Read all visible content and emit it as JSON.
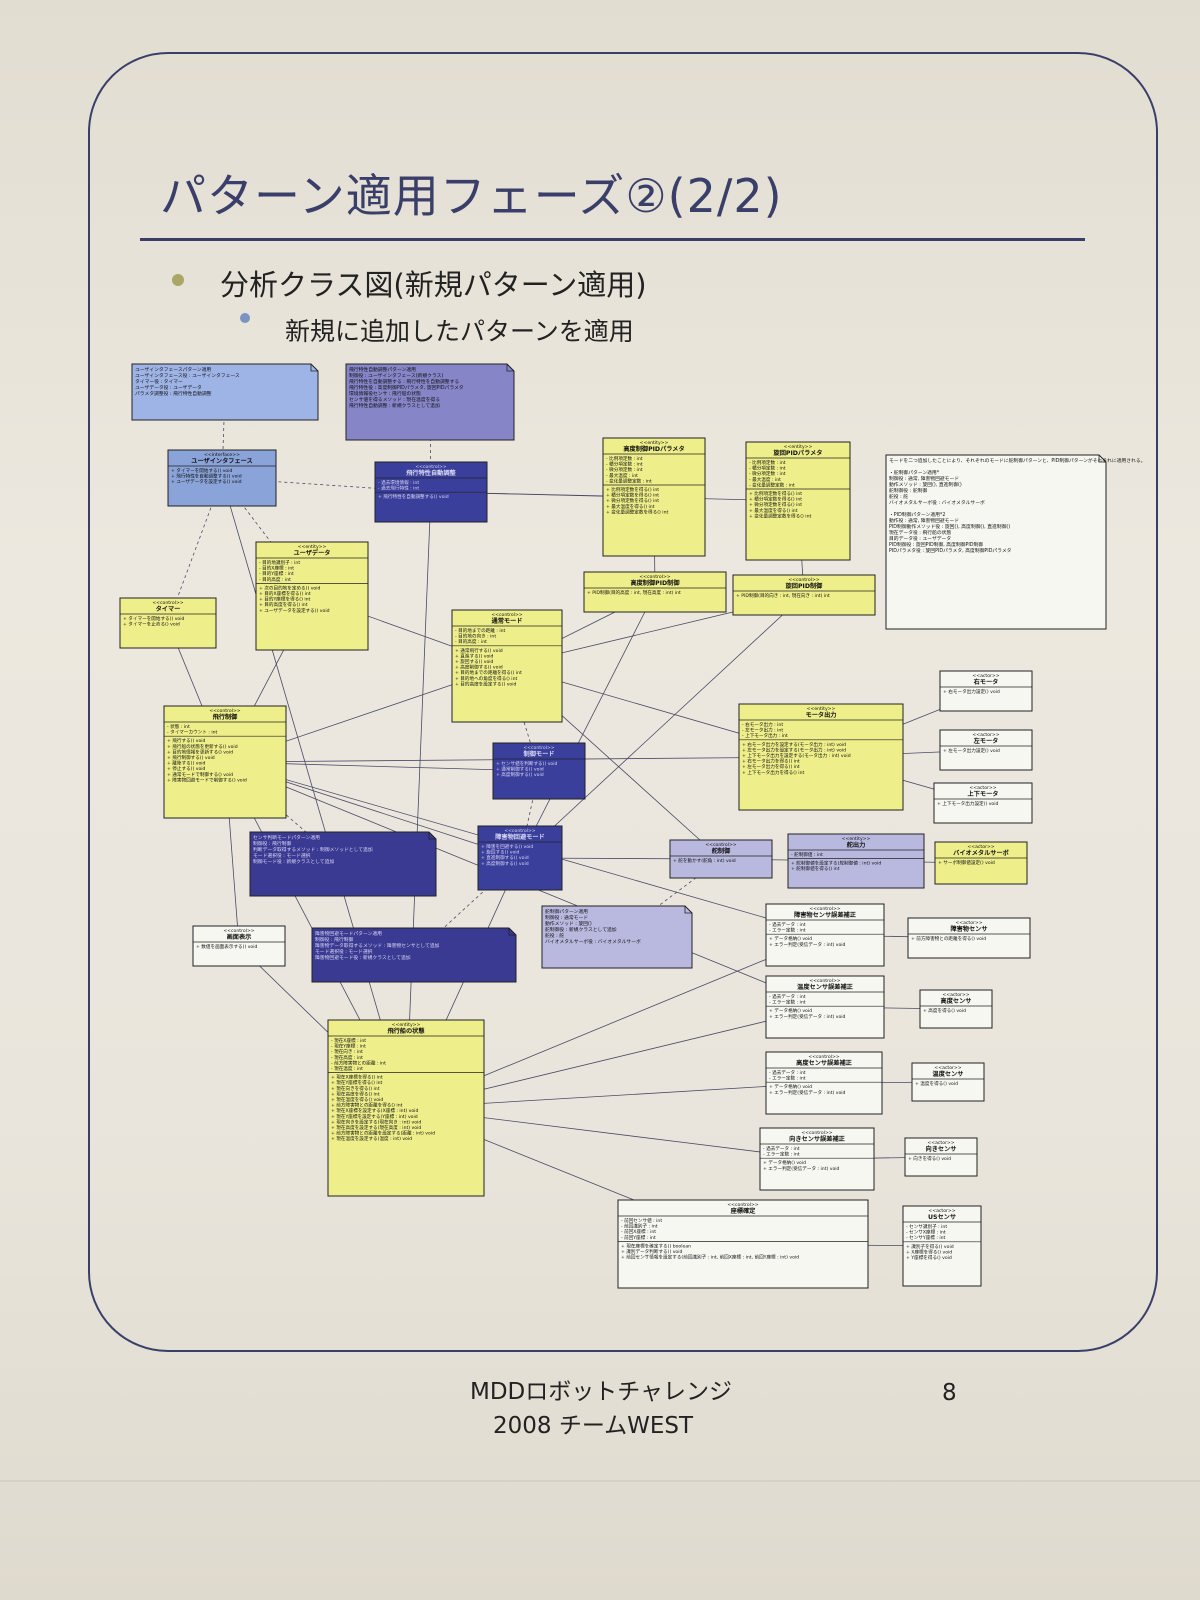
{
  "slide": {
    "title": "パターン適用フェーズ②(2/2)",
    "bullet1": "分析クラス図(新規パターン適用)",
    "bullet2": "新規に追加したパターンを適用",
    "footer_line1": "MDDロボットチャレンジ",
    "footer_line2": "2008 チームWEST",
    "page_number": "8"
  },
  "colors": {
    "frame": "#3a3f6a",
    "entity_fill": "#eeee8a",
    "control_fill": "#eeee8a",
    "interface_fill": "#8aa3d8",
    "pattern_fill": "#3b3f9c",
    "note_fill_light": "#9fb4e6",
    "note_fill_mid": "#8585c8",
    "note_fill_dark": "#3a3a92",
    "note_fill_lilac": "#b9b9e0",
    "plain_fill": "#f7f7f2"
  },
  "diagram": {
    "classes": [
      {
        "id": "ui",
        "stereotype": "<<interface>>",
        "name": "ユーザインタフェース",
        "fill": "interface",
        "attrs": [],
        "ops": [
          "タイマーを開始する() void",
          "飛行特性を自動調整する() void",
          "ユーザデータを設定する() void"
        ]
      },
      {
        "id": "fcadj",
        "stereotype": "<<control>>",
        "name": "飛行特性自動調整",
        "fill": "pattern",
        "attrs": [
          "過去環境情報 : int",
          "過去飛行特性 : int"
        ],
        "ops": [
          "飛行特性を自動調整する() void"
        ]
      },
      {
        "id": "altpid",
        "stereotype": "<<entity>>",
        "name": "高度制御PIDパラメタ",
        "fill": "entity",
        "attrs": [
          "比例項定数 : int",
          "積分項定数 : int",
          "微分項定数 : int",
          "最大温度 : int",
          "変化量調整定数 : int"
        ],
        "ops": [
          "比例項定数を得る() int",
          "積分項定数を得る() int",
          "微分項定数を得る() int",
          "最大温度を得る() int",
          "変化量調整定数を得る() int"
        ]
      },
      {
        "id": "rudpid",
        "stereotype": "<<entity>>",
        "name": "旋回PIDパラメタ",
        "fill": "entity",
        "attrs": [
          "比例項定数 : int",
          "積分項定数 : int",
          "微分項定数 : int",
          "最大温度 : int",
          "変化量調整定数 : int"
        ],
        "ops": [
          "比例項定数を得る() int",
          "積分項定数を得る() int",
          "微分項定数を得る() int",
          "最大温度を得る() int",
          "変化量調整定数を得る() int"
        ]
      },
      {
        "id": "userdata",
        "stereotype": "<<entity>>",
        "name": "ユーザデータ",
        "fill": "entity",
        "attrs": [
          "目的地識別子 : int",
          "目的X座標 : int",
          "目的Y座標 : int",
          "目的高度 : int"
        ],
        "ops": [
          "次の目的地を定める() void",
          "目的X座標を得る() int",
          "目的Y座標を得る() int",
          "目的高度を得る() int",
          "ユーザデータを設定する() void"
        ]
      },
      {
        "id": "timer",
        "stereotype": "<<control>>",
        "name": "タイマー",
        "fill": "control",
        "attrs": [],
        "ops": [
          "タイマーを開始する() void",
          "タイマーを止める() void"
        ]
      },
      {
        "id": "altctl",
        "stereotype": "<<control>>",
        "name": "高度制御PID制御",
        "fill": "control",
        "attrs": [],
        "ops": [
          "PID制御(目的高度 : int, 現在高度 : int) int"
        ]
      },
      {
        "id": "rudctl",
        "stereotype": "<<control>>",
        "name": "旋回PID制御",
        "fill": "control",
        "attrs": [],
        "ops": [
          "PID制御(目的向き : int, 現在向き : int) int"
        ]
      },
      {
        "id": "normal",
        "stereotype": "<<control>>",
        "name": "通常モード",
        "fill": "control",
        "attrs": [
          "目的地までの距離 : int",
          "目的地の向き : int",
          "目的高度 : int"
        ],
        "ops": [
          "通常飛行する() void",
          "直進する() void",
          "旋回する() void",
          "高度制御する() void",
          "目的地までの距離を得る() int",
          "目的地への角度を得る() int",
          "目的高度を設定する() void"
        ]
      },
      {
        "id": "flight",
        "stereotype": "<<control>>",
        "name": "飛行制御",
        "fill": "control",
        "attrs": [
          "状態 : int",
          "タイマーカウント : int"
        ],
        "ops": [
          "飛行する() void",
          "飛行船の状態を更新する() void",
          "目的地情報を更新する() void",
          "飛行制御する() void",
          "離陸する() void",
          "停止する() void",
          "通常モードで制御する() void",
          "障害物回避モードで制御する() void"
        ]
      },
      {
        "id": "motorout",
        "stereotype": "<<entity>>",
        "name": "モータ出力",
        "fill": "entity",
        "attrs": [
          "右モータ出力 : int",
          "左モータ出力 : int",
          "上下モータ出力 : int"
        ],
        "ops": [
          "右モータ出力を設定する(モータ出力 : int) void",
          "左モータ出力を設定する(モータ出力 : int) void",
          "上下モータ出力を設定する(モータ出力 : int) void",
          "右モータ出力を得る() int",
          "左モータ出力を得る() int",
          "上下モータ出力を得る() int"
        ]
      },
      {
        "id": "rmotor",
        "stereotype": "<<actor>>",
        "name": "右モータ",
        "fill": "plain",
        "attrs": [],
        "ops": [
          "右モータ出力設定() void"
        ]
      },
      {
        "id": "lmotor",
        "stereotype": "<<actor>>",
        "name": "左モータ",
        "fill": "plain",
        "attrs": [],
        "ops": [
          "左モータ出力設定() void"
        ]
      },
      {
        "id": "umotor",
        "stereotype": "<<actor>>",
        "name": "上下モータ",
        "fill": "plain",
        "attrs": [],
        "ops": [
          "上下モータ出力設定() void"
        ]
      },
      {
        "id": "mode",
        "stereotype": "<<control>>",
        "name": "制御モード",
        "fill": "pattern",
        "attrs": [],
        "ops": [
          "センサ値を判断する() void",
          "通常制御する() void",
          "高度制御する() void"
        ]
      },
      {
        "id": "avoid",
        "stereotype": "<<control>>",
        "name": "障害物回避モード",
        "fill": "pattern",
        "attrs": [],
        "ops": [
          "障害を回避する() void",
          "旋回する() void",
          "直進制御する() void",
          "高度制御する() void"
        ]
      },
      {
        "id": "rudder",
        "stereotype": "<<control>>",
        "name": "舵制御",
        "fill": "note_lilac",
        "attrs": [],
        "ops": [
          "舵を動かす(舵角 : int) void"
        ]
      },
      {
        "id": "rudout",
        "stereotype": "<<entity>>",
        "name": "舵出力",
        "fill": "note_lilac",
        "attrs": [
          "舵制御値 : int"
        ],
        "ops": [
          "舵制御値を設定する(舵制御値 : int) void",
          "舵制御値を得る() int"
        ]
      },
      {
        "id": "bioservo",
        "stereotype": "<<actor>>",
        "name": "バイオメタルサーボ",
        "fill": "control",
        "attrs": [],
        "ops": [
          "サーボ制御値設定() void"
        ]
      },
      {
        "id": "disp",
        "stereotype": "<<control>>",
        "name": "画面表示",
        "fill": "plain",
        "attrs": [],
        "ops": [
          "数値を画面表示する() void"
        ]
      },
      {
        "id": "obscorr",
        "stereotype": "<<control>>",
        "name": "障害物センサ誤差補正",
        "fill": "plain",
        "attrs": [
          "過去データ : int",
          "エラー定数 : int"
        ],
        "ops": [
          "データ格納() void",
          "エラー判定(受信データ : int) void"
        ]
      },
      {
        "id": "tempcorr",
        "stereotype": "<<control>>",
        "name": "温度センサ誤差補正",
        "fill": "plain",
        "attrs": [
          "過去データ : int",
          "エラー定数 : int"
        ],
        "ops": [
          "データ格納() void",
          "エラー判定(受信データ : int) void"
        ]
      },
      {
        "id": "altcorr",
        "stereotype": "<<control>>",
        "name": "高度センサ誤差補正",
        "fill": "plain",
        "attrs": [
          "過去データ : int",
          "エラー定数 : int"
        ],
        "ops": [
          "データ格納() void",
          "エラー判定(受信データ : int) void"
        ]
      },
      {
        "id": "dircorr",
        "stereotype": "<<control>>",
        "name": "向きセンサ誤差補正",
        "fill": "plain",
        "attrs": [
          "過去データ : int",
          "エラー定数 : int"
        ],
        "ops": [
          "データ格納() void",
          "エラー判定(受信データ : int) void"
        ]
      },
      {
        "id": "obssensor",
        "stereotype": "<<actor>>",
        "name": "障害物センサ",
        "fill": "plain",
        "attrs": [],
        "ops": [
          "前方障害物との距離を得る() void"
        ]
      },
      {
        "id": "altsensor",
        "stereotype": "<<actor>>",
        "name": "高度センサ",
        "fill": "plain",
        "attrs": [],
        "ops": [
          "高度を得る() void"
        ]
      },
      {
        "id": "tempsensor",
        "stereotype": "<<actor>>",
        "name": "温度センサ",
        "fill": "plain",
        "attrs": [],
        "ops": [
          "温度を得る() void"
        ]
      },
      {
        "id": "dirsensor",
        "stereotype": "<<actor>>",
        "name": "向きセンサ",
        "fill": "plain",
        "attrs": [],
        "ops": [
          "向きを得る() void"
        ]
      },
      {
        "id": "pos",
        "stereotype": "<<control>>",
        "name": "座標確定",
        "fill": "plain",
        "attrs": [
          "前回センサ値 : int",
          "前回識別子 : int",
          "前回X座標 : int",
          "前回Y座標 : int"
        ],
        "ops": [
          "現在座標を確定する() boolean",
          "識別データ判断する() void",
          "前回センサ情報を設定する(前回識別子 : int, 前回X座標 : int, 前回Y座標 : int) void"
        ]
      },
      {
        "id": "ussensor",
        "stereotype": "<<actor>>",
        "name": "USセンサ",
        "fill": "plain",
        "attrs": [
          "センサ識別子 : int",
          "センサX座標 : int",
          "センサY座標 : int"
        ],
        "ops": [
          "識別子を得る() void",
          "X座標を得る() void",
          "Y座標を得る() void"
        ]
      },
      {
        "id": "state",
        "stereotype": "<<entity>>",
        "name": "飛行船の状態",
        "fill": "entity",
        "attrs": [
          "現在X座標 : int",
          "現在Y座標 : int",
          "現在向き : int",
          "現在高度 : int",
          "前方障害物との距離 : int",
          "現在温度 : int"
        ],
        "ops": [
          "現在X座標を得る() int",
          "現在Y座標を得る() int",
          "現在向きを得る() int",
          "現在高度を得る() int",
          "現在温度を得る() void",
          "前方障害物との距離を得る() int",
          "現在X座標を設定する(X座標 : int) void",
          "現在Y座標を設定する(Y座標 : int) void",
          "現在向きを設定する(現在向き : int) void",
          "現在高度を設定する(現在高度 : int) void",
          "前方障害物との距離を設定する(距離 : int) void",
          "現在温度を設定する(温度 : int) void"
        ]
      }
    ],
    "notes": [
      {
        "id": "n1",
        "fill": "note_light",
        "lines": [
          "ユーザインタフェースパターン適用",
          "ユーザインタフェース役 : ユーザインタフェース",
          "タイマー役 : タイマー",
          "ユーザデータ役 : ユーザデータ",
          "パラメタ調整役 : 飛行特性自動調整"
        ]
      },
      {
        "id": "n2",
        "fill": "note_mid",
        "lines": [
          "飛行特性自動調整パターン適用",
          "制御役 : ユーザインタフェース(新規クラス)",
          "飛行特性を自動調整する : 飛行特性を自動調整する",
          "飛行特性役 : 高度制御PIDパラメタ, 旋回PIDパラメタ",
          "環境情報役センサ : 飛行船の状態",
          "センサ値を得るメソッド : 現在温度を得る",
          "飛行特性自動調整 : 新規クラスとして追加"
        ]
      },
      {
        "id": "n3",
        "fill": "plain",
        "lines": [
          "モードを二つ追加したことにより、それぞれのモードに舵制御パターンと、PID制御パターンがそれぞれに適用される。",
          "",
          "・舵制御パターン適用*",
          "制御役 : 通常, 障害物回避モード",
          "動作メソッド : 旋回(), 直進制御()",
          "舵制御役 : 舵制御",
          "舵役 : 舵",
          "バイオメタルサーボ役 : バイオメタルサーボ",
          "",
          "・PID制御パターン適用*2",
          "動作役 : 通常, 障害物回避モード",
          "PID制御動作メソッド役 : 旋回(), 高度制御(), 直進制御()",
          "現在データ役 : 飛行船の状態",
          "目的データ役 : ユーザデータ",
          "PID制御役 : 旋回PID制御, 高度制御PID制御",
          "PIDパラメタ役 : 旋回PIDパラメタ, 高度制御PIDパラメタ"
        ]
      },
      {
        "id": "n4",
        "fill": "note_dark",
        "lines": [
          "センサ判断モードパターン適用",
          "制御役 : 飛行制御",
          "判断データ取得するメソッド : 制御メソッドとして追加",
          "モード選択役 : モード選択",
          "制御モード役 : 新規クラスとして追加"
        ]
      },
      {
        "id": "n5",
        "fill": "note_lilac",
        "lines": [
          "舵制御パターン適用",
          "制御役 : 通常モード",
          "動作メソッド : 旋回()",
          "舵制御役 : 新規クラスとして追加",
          "舵役 : 舵",
          "バイオメタルサーボ役 : バイオメタルサーボ"
        ]
      },
      {
        "id": "n6",
        "fill": "note_dark",
        "lines": [
          "障害物回避モードパターン適用",
          "制御役 : 飛行制御",
          "障害物データ取得するメソッド : 障害物センサとして追加",
          "モード選択役 : モード選択",
          "障害物回避モード役 : 新規クラスとして追加"
        ]
      }
    ]
  }
}
